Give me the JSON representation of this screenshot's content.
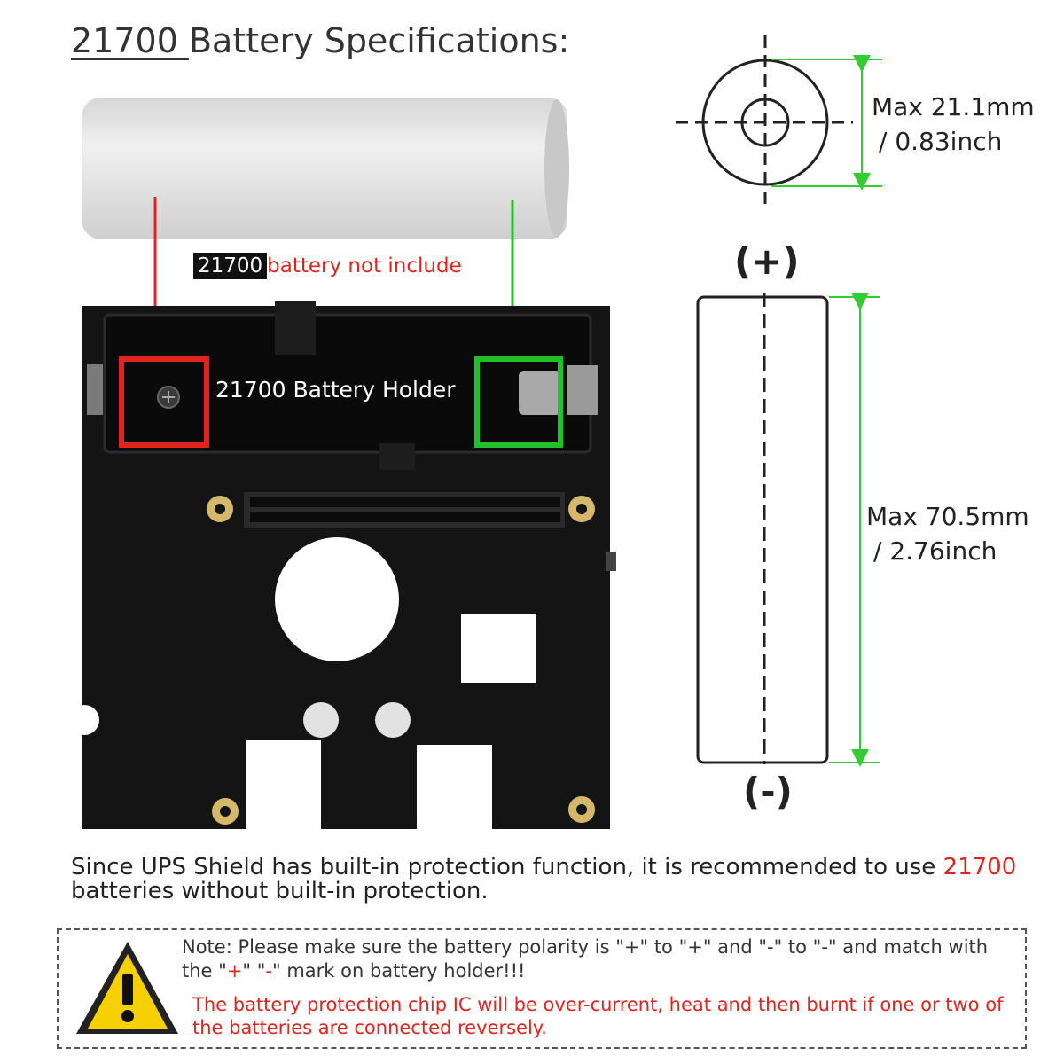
{
  "title": {
    "underlined": "21700 ",
    "rest": "Battery Specifications:"
  },
  "battery_tag": {
    "model": "21700",
    "text": "battery not include"
  },
  "holder_label": "21700 Battery Holder",
  "diameter": {
    "line1": "Max 21.1mm",
    "line2": "/ 0.83inch"
  },
  "length": {
    "line1": "Max 70.5mm",
    "line2": "/ 2.76inch"
  },
  "polarity": {
    "plus": "(+)",
    "minus": "(-)"
  },
  "main_text": {
    "part1": "Since UPS Shield has built-in protection function, it is recommended to use ",
    "highlight": "21700",
    "part2": " batteries without built-in protection."
  },
  "note": {
    "line1_a": "Note: Please make sure the battery polarity is \"+\" to \"+\" and \"-\" to \"-\" and match with the \"",
    "plus": "+",
    "mid": "\" \"",
    "minus": "-",
    "line1_b": "\" mark on battery holder!!!",
    "warning": "The battery protection chip IC will be over-current, heat and then burnt if one or two of the batteries are connected reversely."
  },
  "colors": {
    "red_accent": "#e0231c",
    "green_accent": "#22c02a",
    "board": "#141414",
    "dimension_green": "#33cc33"
  },
  "icons": {
    "warning": "warning-triangle-icon"
  }
}
